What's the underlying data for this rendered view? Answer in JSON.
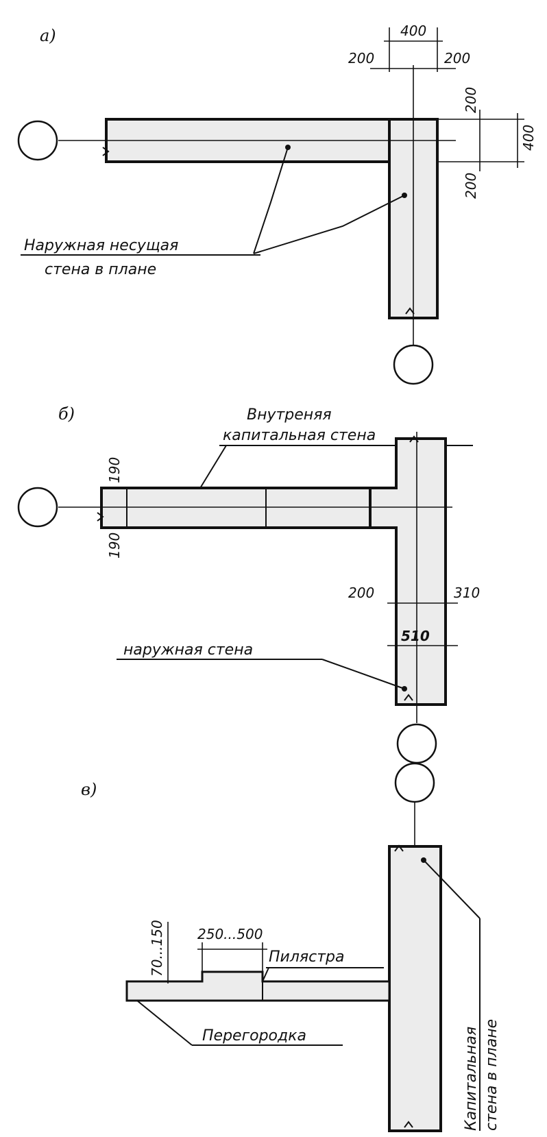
{
  "diagram_a": {
    "letter": "а)",
    "dims": {
      "top_total": "400",
      "top_left": "200",
      "top_right": "200",
      "side_total": "400",
      "side_upper": "200",
      "side_lower": "200"
    },
    "label_line1": "Наружная несущая",
    "label_line2": "стена в плане"
  },
  "diagram_b": {
    "letter": "б)",
    "title_line1": "Внутреняя",
    "title_line2": "капитальная стена",
    "dims": {
      "upper": "190",
      "lower": "190",
      "left": "200",
      "right": "310",
      "total": "510"
    },
    "outer_wall_label": "наружная стена"
  },
  "diagram_c": {
    "letter": "в)",
    "dims": {
      "height": "70...150",
      "width": "250...500"
    },
    "pilaster_label": "Пилястра",
    "partition_label": "Перегородка",
    "wall_label_line1": "Капитальная",
    "wall_label_line2": "стена в плане"
  },
  "colors": {
    "ink": "#111111",
    "fill": "#ececec",
    "paper": "#ffffff"
  }
}
